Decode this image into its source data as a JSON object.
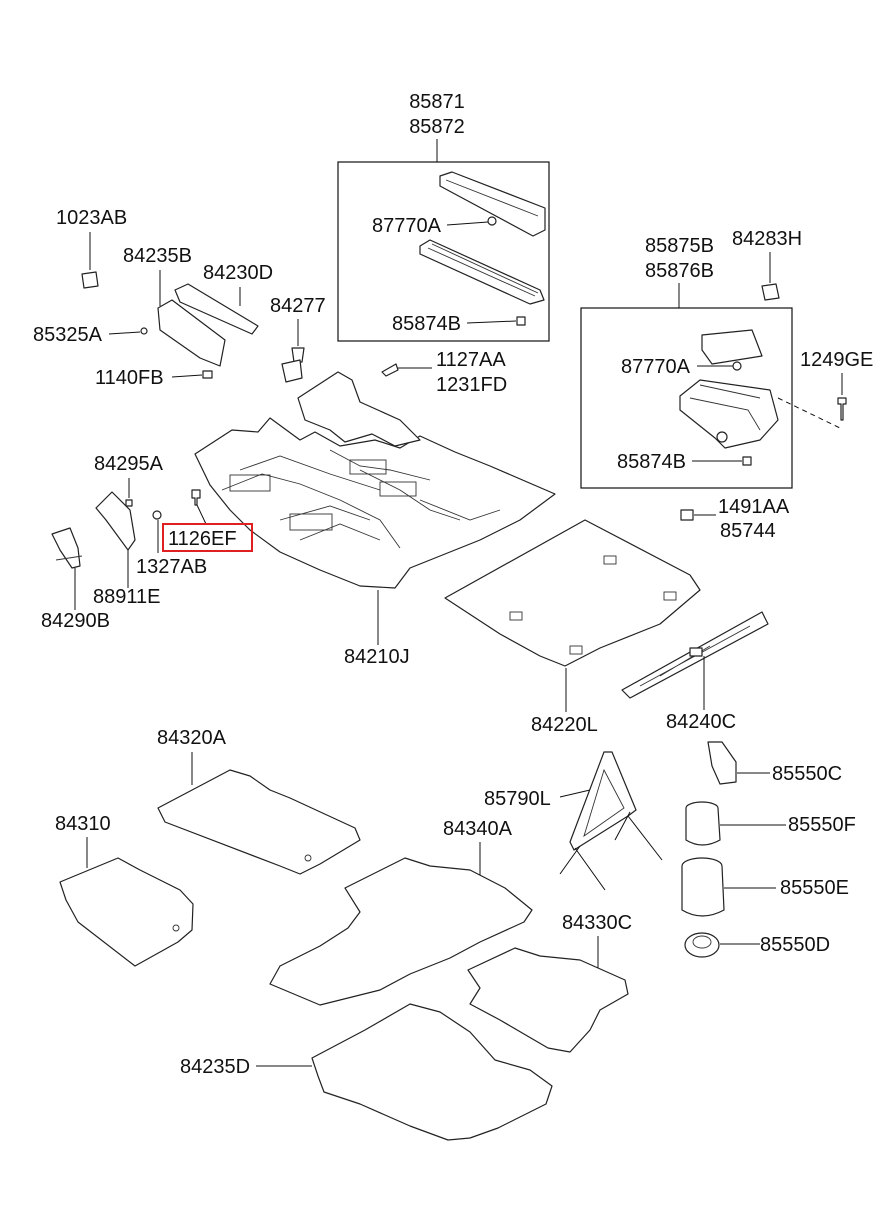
{
  "highlight_color": "#e02020",
  "labels": {
    "p85871": "85871",
    "p85872": "85872",
    "p1023AB": "1023AB",
    "p84235B": "84235B",
    "p84230D": "84230D",
    "p84277": "84277",
    "p85325A": "85325A",
    "p1140FB": "1140FB",
    "p87770A_top": "87770A",
    "p85874B_top": "85874B",
    "p1127AA": "1127AA",
    "p1231FD": "1231FD",
    "p85875B": "85875B",
    "p85876B": "85876B",
    "p84283H": "84283H",
    "p1249GE": "1249GE",
    "p87770A_right": "87770A",
    "p85874B_right": "85874B",
    "p84295A": "84295A",
    "p1126EF": "1126EF",
    "p1327AB": "1327AB",
    "p88911E": "88911E",
    "p84290B": "84290B",
    "p1491AA": "1491AA",
    "p85744": "85744",
    "p84210J": "84210J",
    "p84220L": "84220L",
    "p84240C": "84240C",
    "p84320A": "84320A",
    "p84310": "84310",
    "p84340A": "84340A",
    "p85790L": "85790L",
    "p85550C": "85550C",
    "p85550F": "85550F",
    "p85550E": "85550E",
    "p84330C": "84330C",
    "p85550D": "85550D",
    "p84235D": "84235D"
  }
}
